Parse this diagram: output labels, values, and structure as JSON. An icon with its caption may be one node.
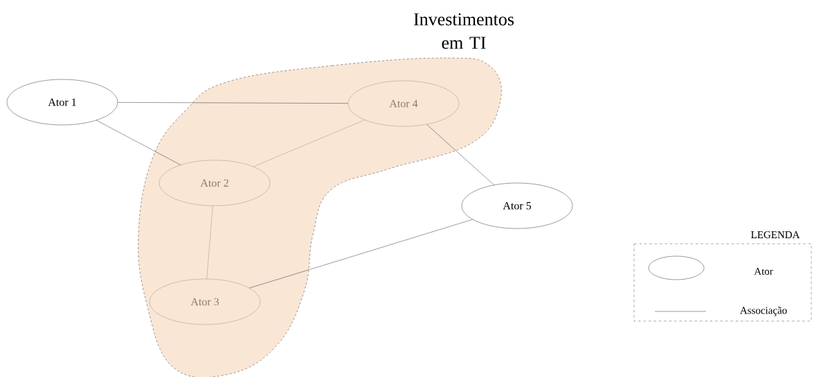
{
  "diagram": {
    "nodes": [
      {
        "text": [
          "Investimentos em TI"
        ]
      },
      {
        "text": [
          "Ator 1"
        ]
      },
      {
        "text": [
          "Ator 4"
        ],
        "in": 0
      },
      {
        "text": [
          "Ator 2"
        ],
        "in": 0
      },
      {
        "text": [
          "Ator 5"
        ]
      },
      {
        "text": [
          "Ator 3"
        ],
        "in": 0
      }
    ],
    "edges": [
      {
        "from": 1,
        "to": 2,
        "arrow": "none"
      },
      {
        "from": 1,
        "to": 3,
        "arrow": "none"
      },
      {
        "from": 3,
        "to": 2,
        "arrow": "none",
        "color": "#8c7b6b"
      },
      {
        "from": 2,
        "to": 4,
        "arrow": "none"
      },
      {
        "from": 3,
        "to": 5,
        "arrow": "none",
        "color": "#8c7b6b"
      },
      {
        "from": 5,
        "to": 4,
        "arrow": "none"
      }
    ],
    "labels": [
      "LEGENDA"
    ],
    "legend": [
      {
        "text": "Ator"
      },
      {
        "text": "Associação"
      }
    ]
  }
}
